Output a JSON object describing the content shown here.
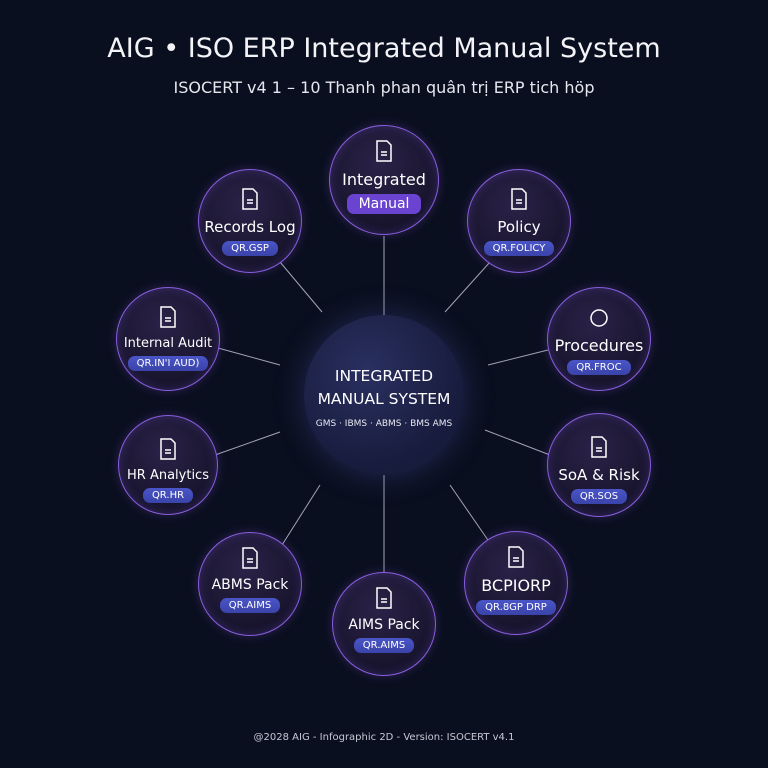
{
  "header": {
    "title": "AIG • ISO ERP Integrated Manual System",
    "subtitle": "ISOCERT v4 1 – 10 Thanh phan quân trị ERP tich höp"
  },
  "center": {
    "line1": "INTEGRATED",
    "line2": "MANUAL SYSTEM",
    "modules": "GMS · IBMS · ABMS · BMS  AMS"
  },
  "nodes": [
    {
      "label": "Integrated",
      "code": "Manual",
      "icon": "document-icon"
    },
    {
      "label": "Policy",
      "code": "QR.FOLICY",
      "icon": "document-icon"
    },
    {
      "label": "Procedures",
      "code": "QR.FROC",
      "icon": "circle-icon"
    },
    {
      "label": "SoA & Risk",
      "code": "QR.SOS",
      "icon": "document-icon"
    },
    {
      "label": "BCPIORP",
      "code": "QR.8GP DRP",
      "icon": "document-icon"
    },
    {
      "label": "AIMS Pack",
      "code": "QR.AIMS",
      "icon": "document-icon"
    },
    {
      "label": "ABMS Pack",
      "code": "QR.AIMS",
      "icon": "document-icon"
    },
    {
      "label": "HR Analytics",
      "code": "QR.HR",
      "icon": "document-icon"
    },
    {
      "label": "Internal Audit",
      "code": "QR.IN'I AUD)",
      "icon": "document-icon"
    },
    {
      "label": "Records Log",
      "code": "QR.GSP",
      "icon": "document-icon"
    }
  ],
  "footer": "@2028 AIG - Infographic 2D - Version: ISOCERT v4.1"
}
